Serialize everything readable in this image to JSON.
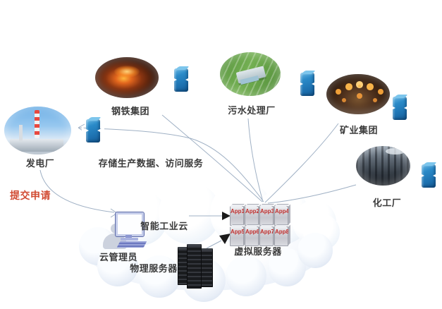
{
  "factories": {
    "steel": {
      "label": "钢铁集团"
    },
    "sewage": {
      "label": "污水处理厂"
    },
    "mining": {
      "label": "矿业集团"
    },
    "chemical": {
      "label": "化工厂"
    },
    "power": {
      "label": "发电厂"
    }
  },
  "flows": {
    "store_access_label": "存储生产数据、访问服务",
    "submit_request_label": "提交申请"
  },
  "cloud": {
    "smart_cloud_label": "智能工业云",
    "admin_label": "云管理员",
    "physical_server_label": "物理服务器",
    "virtual_server_label": "虚拟服务器",
    "apps": [
      "App1",
      "App2",
      "App3",
      "App4",
      "App5",
      "App6",
      "App7",
      "App8"
    ]
  },
  "colors": {
    "connector_icon_blue": "#1E7DC0",
    "app_label_red": "#C2302E",
    "submit_request_red": "#D14B32",
    "connector_line_gray": "#9FB0C4",
    "label_text": "#3B3B3B"
  }
}
